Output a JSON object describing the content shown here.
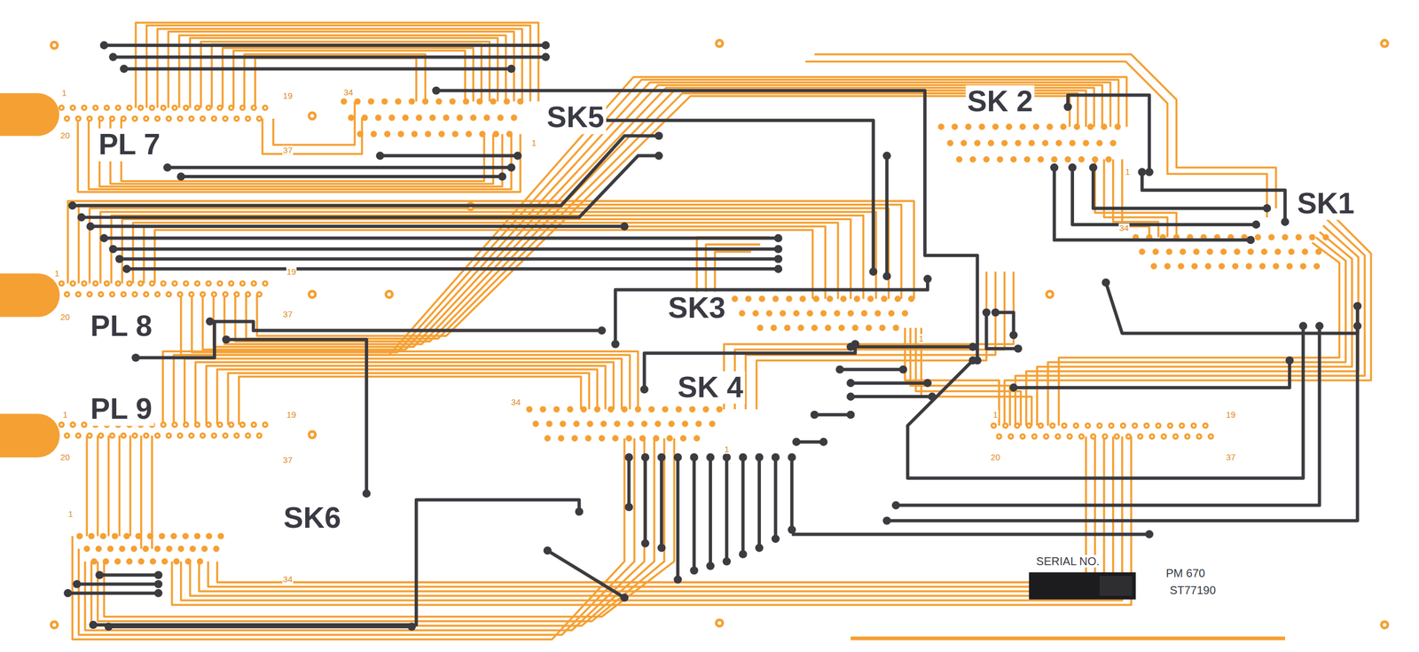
{
  "diagram": {
    "labels": [
      "PL 7",
      "PL 8",
      "PL 9",
      "SK5",
      "SK 2",
      "SK1",
      "SK3",
      "SK 4",
      "SK6",
      "1",
      "20",
      "19",
      "37",
      "34",
      "1",
      "1",
      "20",
      "19",
      "37",
      "1",
      "1",
      "20",
      "19",
      "37",
      "34",
      "1",
      "1",
      "34",
      "1",
      "34",
      "1",
      "20",
      "19",
      "37",
      "SERIAL NO.",
      "PM 670",
      "ST77190"
    ]
  }
}
